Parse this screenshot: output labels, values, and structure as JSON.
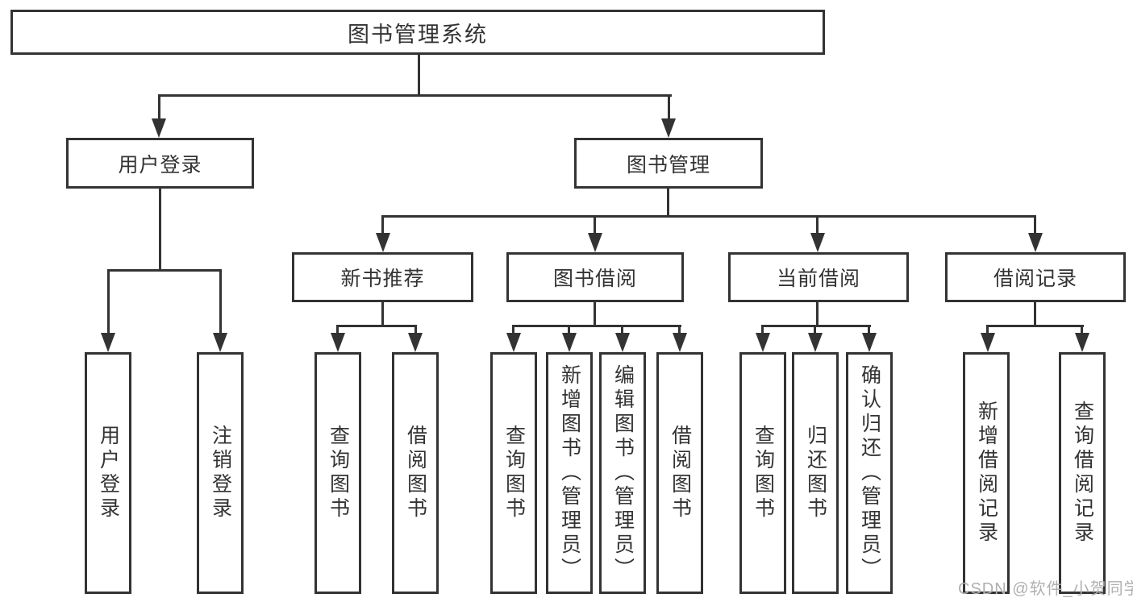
{
  "diagram_title": "图书管理系统",
  "tree": {
    "root": {
      "label": "图书管理系统"
    },
    "level2": [
      {
        "label": "用户登录",
        "children": [
          {
            "label": "用户登录"
          },
          {
            "label": "注销登录"
          }
        ]
      },
      {
        "label": "图书管理",
        "children": [
          {
            "label": "新书推荐",
            "children": [
              {
                "label": "查询图书"
              },
              {
                "label": "借阅图书"
              }
            ]
          },
          {
            "label": "图书借阅",
            "children": [
              {
                "label": "查询图书"
              },
              {
                "label": "新增图书（管理员）"
              },
              {
                "label": "编辑图书（管理员）"
              },
              {
                "label": "借阅图书"
              }
            ]
          },
          {
            "label": "当前借阅",
            "children": [
              {
                "label": "查询图书"
              },
              {
                "label": "归还图书"
              },
              {
                "label": "确认归还（管理员）"
              }
            ]
          },
          {
            "label": "借阅记录",
            "children": [
              {
                "label": "新增借阅记录"
              },
              {
                "label": "查询借阅记录"
              }
            ]
          }
        ]
      }
    ]
  },
  "watermark": {
    "text": "CSDN @软件_小贺同学"
  },
  "colors": {
    "line": "#333333",
    "text": "#333333",
    "box_background": "#ffffff",
    "page_background": "#ffffff",
    "watermark": "#b0b0b0"
  }
}
